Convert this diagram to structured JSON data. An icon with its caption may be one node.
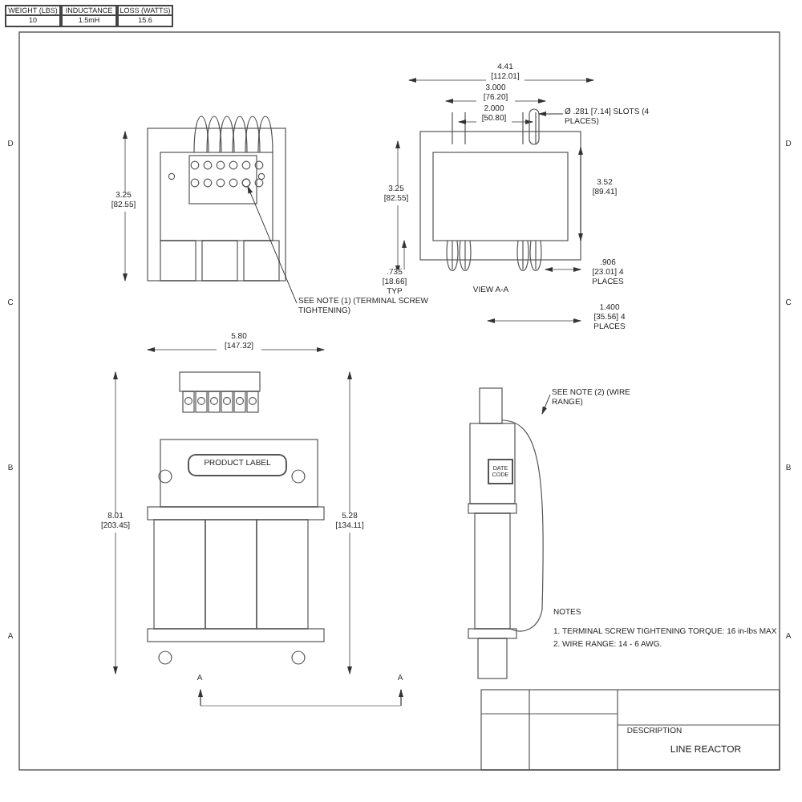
{
  "diagram": {
    "nodes": [
      {
        "text": [
          "SEE NOTE (1) (TERMINAL SCREW TIGHTENING)"
        ]
      },
      {
        "text": [
          "Ø .281 [7.14] SLOTS (4 PLACES)"
        ]
      },
      {
        "text": [
          "PRODUCT LABEL"
        ]
      },
      {
        "text": [
          "DATE CODE"
        ]
      },
      {
        "text": [
          "SEE NOTE (2) (WIRE RANGE)"
        ]
      },
      {
        "text": [],
        "shape": "circle"
      },
      {
        "text": [],
        "shape": "box"
      },
      {
        "text": [],
        "shape": "wire"
      }
    ],
    "edges": [
      {
        "from": 0,
        "to": 5,
        "arrow": "to"
      },
      {
        "from": 1,
        "to": 6,
        "arrow": "to"
      },
      {
        "from": 4,
        "to": 7,
        "arrow": "to"
      }
    ],
    "labels": [
      "WEIGHT (LBS)",
      "INDUCTANCE",
      "LOSS (WATTS)",
      "10",
      "1.5mH",
      "15.6",
      "D",
      "D",
      "4.41 [112.01]",
      "3.000 [76.20]",
      "2.000 [50.80]",
      "3.25 [82.55]",
      "3.25 [82.55]",
      "3.52 [89.41]",
      "C",
      "C",
      ".735 [18.66] TYP",
      "VIEW A-A",
      ".906 [23.01] 4 PLACES",
      "1.400 [35.56] 4 PLACES",
      "5.80 [147.32]",
      "B",
      "B",
      "8.01 [203.45]",
      "5.28 [134.11]",
      "NOTES",
      "1. TERMINAL SCREW TIGHTENING TORQUE: 16 in-lbs MAX",
      "2. WIRE RANGE: 14 - 6 AWG.",
      "A",
      "A",
      "A",
      "A",
      "DESCRIPTION",
      "LINE REACTOR"
    ]
  }
}
